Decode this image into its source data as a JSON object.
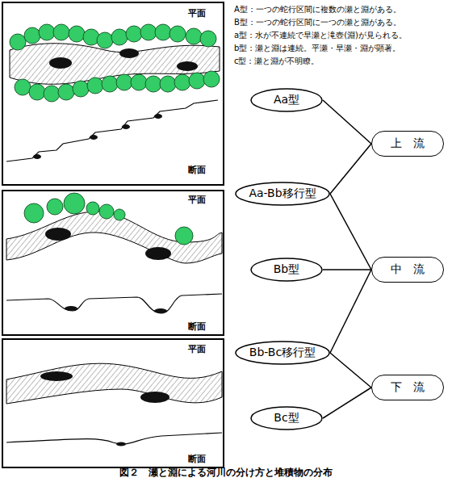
{
  "diagram": {
    "caption": "図２　瀬と淵による河川の分け方と堆積物の分布",
    "nodes": [
      {
        "text": [
          "Aa型"
        ]
      },
      {
        "text": [
          "Aa-Bb移行型"
        ]
      },
      {
        "text": [
          "Bb型"
        ]
      },
      {
        "text": [
          "Bb-Bc移行型"
        ]
      },
      {
        "text": [
          "Bc型"
        ]
      },
      {
        "text": [
          "上　流"
        ]
      },
      {
        "text": [
          "中　流"
        ]
      },
      {
        "text": [
          "下　流"
        ]
      }
    ],
    "edges": [
      {
        "from": 0,
        "to": 5,
        "arrow": "none"
      },
      {
        "from": 1,
        "to": 5,
        "arrow": "none"
      },
      {
        "from": 1,
        "to": 6,
        "arrow": "none"
      },
      {
        "from": 2,
        "to": 6,
        "arrow": "none"
      },
      {
        "from": 3,
        "to": 6,
        "arrow": "none"
      },
      {
        "from": 3,
        "to": 7,
        "arrow": "none"
      },
      {
        "from": 4,
        "to": 7,
        "arrow": "none"
      }
    ],
    "labels": [
      "平面",
      "断面",
      "A型：一つの蛇行区間に複数の瀬と淵がある。",
      "B型：一つの蛇行区間に一つの瀬と淵がある。",
      "a型：水が不連続で早瀬と滝壺(淵)が見られる。",
      "b型：瀬と淵は連続。平瀬・早瀬・淵が顕著。",
      "c型：瀬と淵が不明瞭。",
      "平面",
      "断面",
      "平面",
      "断面"
    ]
  }
}
